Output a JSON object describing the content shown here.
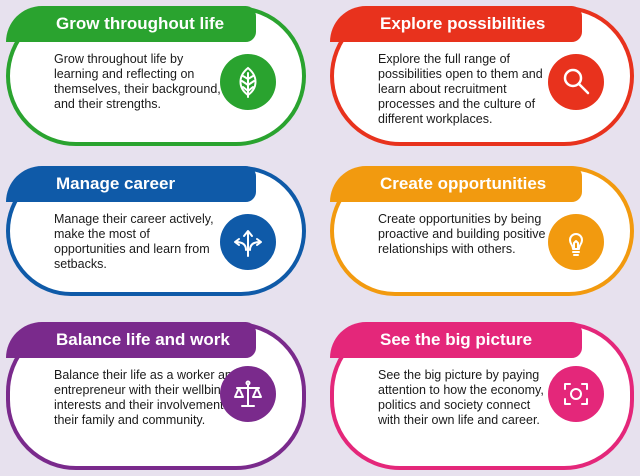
{
  "cards": [
    {
      "title": "Grow throughout life",
      "text": "Grow throughout life by learning and reflecting on themselves, their background, and their strengths.",
      "icon": "leaf-icon",
      "color": "#2aa32f"
    },
    {
      "title": "Explore possibilities",
      "text": "Explore the full range of possibilities open to them and learn about recruitment processes and the culture of different workplaces.",
      "icon": "magnifier-icon",
      "color": "#e8321d"
    },
    {
      "title": "Manage career",
      "text": "Manage their career actively, make the most of opportunities and learn from setbacks.",
      "icon": "split-arrows-icon",
      "color": "#0f5aa8"
    },
    {
      "title": "Create opportunities",
      "text": "Create opportunities by being proactive and building positive relationships with others.",
      "icon": "lightbulb-icon",
      "color": "#f29a0f"
    },
    {
      "title": "Balance life and work",
      "text": "Balance their life as a worker and/or entrepreneur with their wellbing, other interests and their involvement with their family and community.",
      "icon": "scales-icon",
      "color": "#7a2a8c"
    },
    {
      "title": "See the big picture",
      "text": "See the big picture by paying attention to how the economy, politics and society connect with their own life and career.",
      "icon": "focus-frame-icon",
      "color": "#e4277a"
    }
  ]
}
